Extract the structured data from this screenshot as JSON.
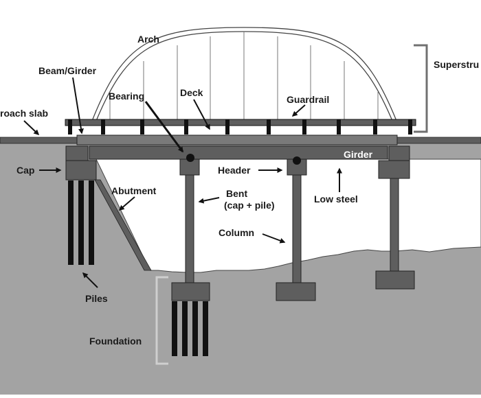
{
  "diagram": {
    "labels": {
      "arch": "Arch",
      "superstructure": "Superstru",
      "beam_girder": "Beam/Girder",
      "bearing": "Bearing",
      "deck": "Deck",
      "guardrail": "Guardrail",
      "approach_slab": "roach slab",
      "girder": "Girder",
      "cap": "Cap",
      "header": "Header",
      "abutment": "Abutment",
      "bent_line1": "Bent",
      "bent_line2": "(cap + pile)",
      "low_steel": "Low steel",
      "column": "Column",
      "piles": "Piles",
      "foundation": "Foundation"
    },
    "colors": {
      "ground": "#a3a3a3",
      "structure": "#5e5e5e",
      "dark": "#1c1c1c",
      "bracket_dark": "#707070",
      "bracket_light": "#cfcfcf",
      "water_void": "#ffffff"
    }
  }
}
